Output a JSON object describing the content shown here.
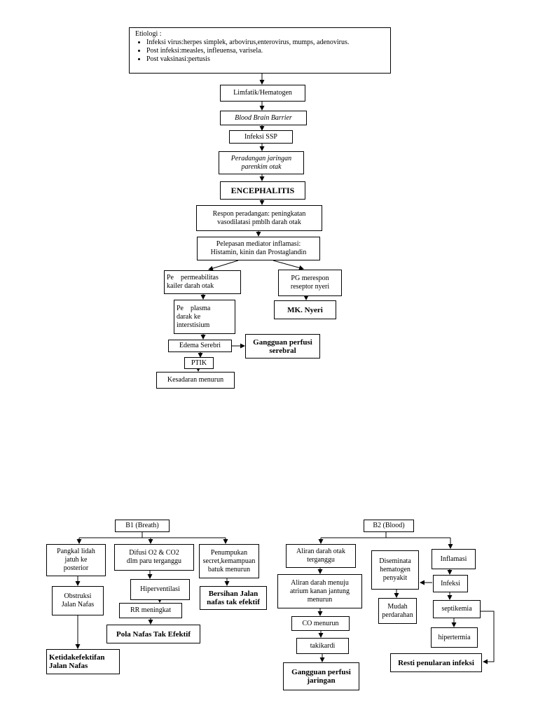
{
  "colors": {
    "stroke": "#000000",
    "background": "#ffffff",
    "text": "#000000"
  },
  "top": {
    "etiologi": {
      "title": "Etiologi :",
      "items": [
        "Infeksi virus:herpes simplek, arbovirus,enterovirus, mumps, adenovirus.",
        "Post infeksi:measles, infleuensa, varisela.",
        "Post vaksinasi:pertusis"
      ]
    },
    "limfatik": "Limfatik/Hematogen",
    "bbb": "Blood Brain Barrier",
    "infeksi_ssp": "Infeksi SSP",
    "peradangan_1": "Peradangan jaringan",
    "peradangan_2": "parenkim otak",
    "encephalitis": "ENCEPHALITIS",
    "respon_1": "Respon peradangan: peningkatan",
    "respon_2": "vasodilatasi pmblh darah otak",
    "pelepasan_1": "Pelepasan mediator inflamasi:",
    "pelepasan_2": "Histamin, kinin dan Prostaglandin",
    "permeabilitas_1": "Pe    permeabilitas",
    "permeabilitas_2": "kailer darah otak",
    "pg_1": "PG merespon",
    "pg_2": "reseptor nyeri",
    "mk_nyeri": "MK. Nyeri",
    "plasma_1": "Pe    plasma",
    "plasma_2": "darak ke",
    "plasma_3": "interstisium",
    "edema": "Edema Serebri",
    "gangguan_serebral_1": "Gangguan perfusi",
    "gangguan_serebral_2": "serebral",
    "ptik": "PTIK",
    "kesadaran": "Kesadaran menurun"
  },
  "b1": {
    "header": "B1 (Breath)",
    "pangkal_1": "Pangkal lidah",
    "pangkal_2": "jatuh ke",
    "pangkal_3": "posterior",
    "difusi_1": "Difusi O2 & CO2",
    "difusi_2": "dlm paru terganggu",
    "penumpukan_1": "Penumpukan",
    "penumpukan_2": "secret,kemampuan",
    "penumpukan_3": "batuk menurun",
    "obstruksi_1": "Obstruksi",
    "obstruksi_2": "Jalan Nafas",
    "hiperventilasi": "Hiperventilasi",
    "rr": "RR meningkat",
    "bersihan_1": "Bersihan Jalan",
    "bersihan_2": "nafas tak efektif",
    "pola": "Pola Nafas Tak Efektif",
    "ketidak_1": "Ketidakefektifan",
    "ketidak_2": "Jalan Nafas"
  },
  "b2": {
    "header": "B2 (Blood)",
    "aliran_otak_1": "Aliran darah otak",
    "aliran_otak_2": "terganggu",
    "aliran_atrium_1": "Aliran darah menuju",
    "aliran_atrium_2": "atrium kanan jantung",
    "aliran_atrium_3": "menurun",
    "co": "CO menurun",
    "takikardi": "takikardi",
    "gangguan_jaringan_1": "Gangguan perfusi",
    "gangguan_jaringan_2": "jaringan",
    "diseminata_1": "Diseminata",
    "diseminata_2": "hematogen",
    "diseminata_3": "penyakit",
    "inflamasi": "Inflamasi",
    "infeksi": "Infeksi",
    "mudah_1": "Mudah",
    "mudah_2": "perdarahan",
    "septikemia": "septikemia",
    "hipertermia": "hipertermia",
    "resti": "Resti penularan infeksi"
  }
}
